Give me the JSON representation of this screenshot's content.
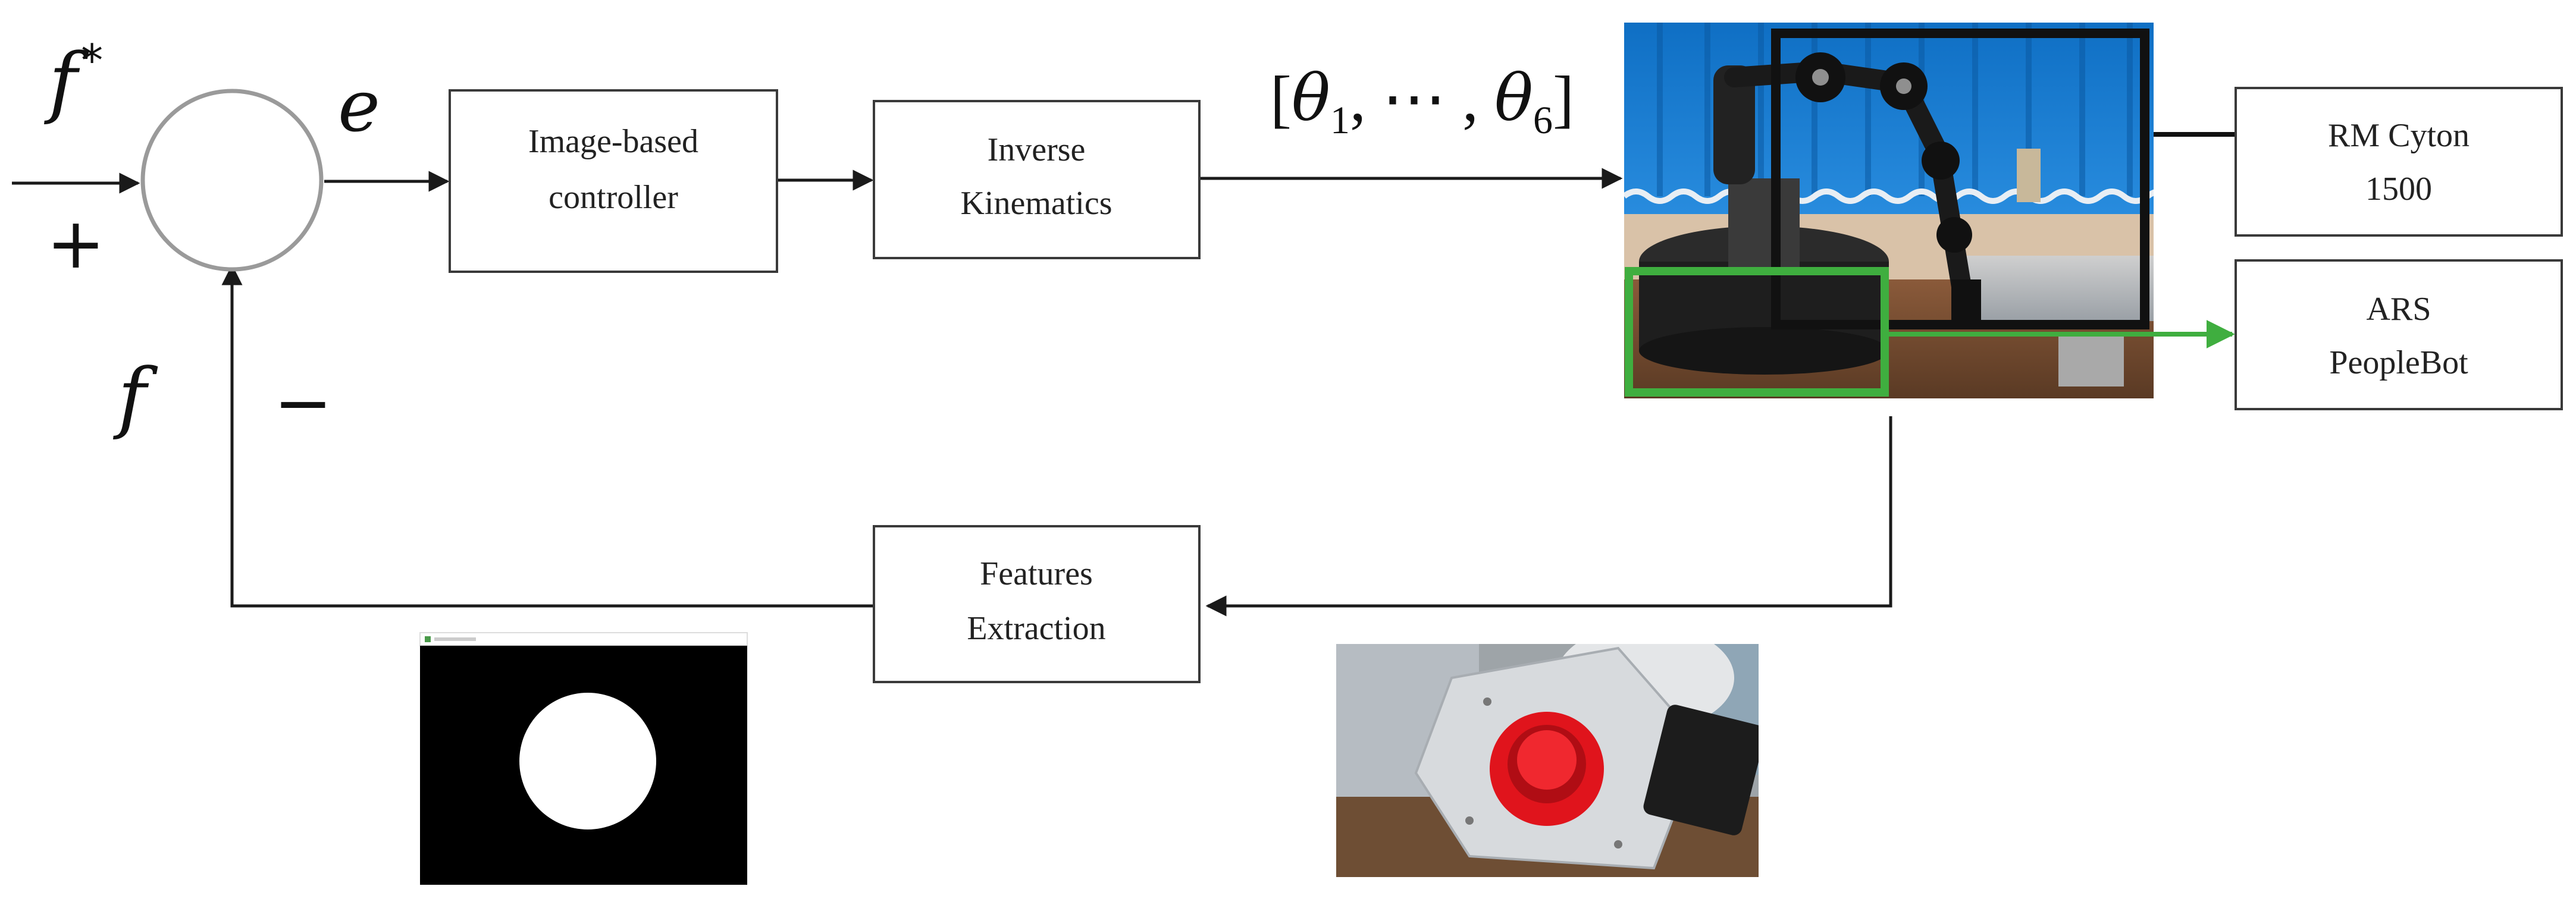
{
  "signals": {
    "reference": {
      "base": "f",
      "sup": "*"
    },
    "error": "e",
    "feedback": "f",
    "plus": "+",
    "minus": "−",
    "joint_vector": {
      "open": "[",
      "theta": "θ",
      "sub1": "1",
      "mid": ", ⋯ , ",
      "sub6": "6",
      "close": "]"
    }
  },
  "blocks": {
    "controller": {
      "line1": "Image-based",
      "line2": "controller"
    },
    "inverse_kinematics": {
      "line1": "Inverse",
      "line2": "Kinematics"
    },
    "arm": {
      "line1": "RM Cyton",
      "line2": "1500"
    },
    "robot": {
      "line1": "ARS",
      "line2": "PeopleBot"
    },
    "features": {
      "line1": "Features",
      "line2": "Extraction"
    }
  },
  "colors": {
    "line": "#1a1a1a",
    "summing_junction": "#9a9a9a",
    "arm_highlight": "#111111",
    "robot_highlight": "#3fae3f",
    "target_red": "#e0141c"
  },
  "images": {
    "robot_photo": "robot-photo",
    "binary_mask": "binary-mask-thumbnail",
    "camera_view": "camera-view-photo"
  }
}
